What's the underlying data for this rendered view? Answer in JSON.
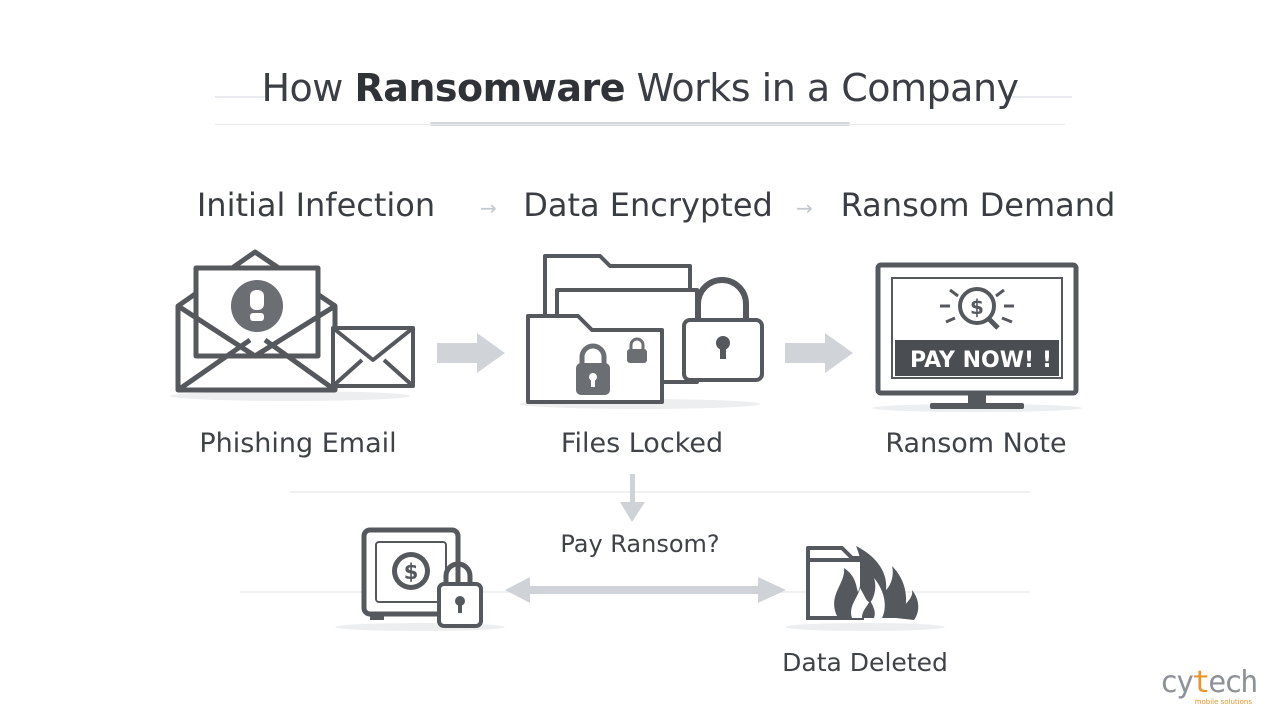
{
  "title": {
    "pre": "How ",
    "bold": "Ransomware",
    "post": " Works in a Company"
  },
  "stages": [
    {
      "heading": "Initial Infection",
      "caption": "Phishing Email"
    },
    {
      "heading": "Data Encrypted",
      "caption": "Files Locked"
    },
    {
      "heading": "Ransom Demand",
      "caption": "Ransom Note"
    }
  ],
  "screen_text": "PAY NOW!",
  "screen_mark": "!",
  "coin_symbol": "$",
  "decision": "Pay Ransom?",
  "outcome_right": "Data Deleted",
  "logo": {
    "main_a": "cy",
    "main_o": "t",
    "main_b": "ech",
    "sub": "mobile solutions"
  },
  "icons": [
    "warning-icon",
    "envelope-icon",
    "folder-icon",
    "padlock-icon",
    "monitor-icon",
    "dollar-coin-icon",
    "safe-icon",
    "fire-icon"
  ],
  "colors": {
    "ink": "#3a3d42",
    "icon_gray": "#6b6e73",
    "arrow": "#d0d4d9",
    "accent": "#e8962e"
  }
}
